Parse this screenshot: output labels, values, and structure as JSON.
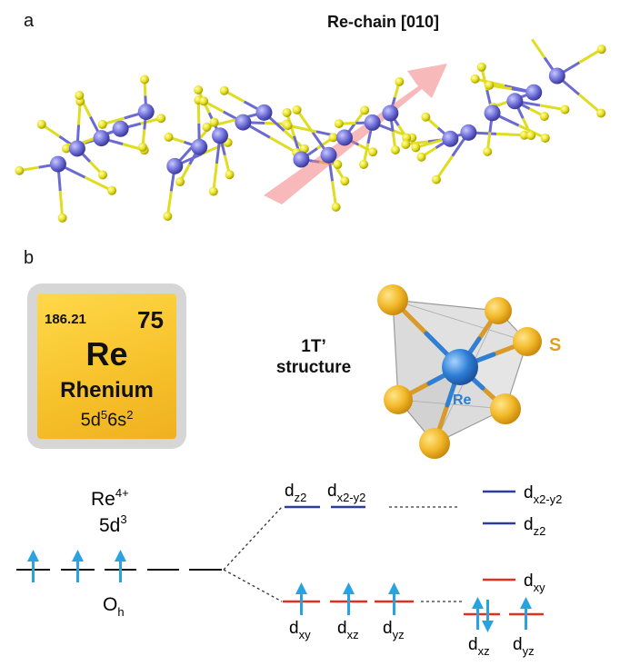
{
  "panel_a": {
    "label": "a",
    "title": "Re-chain [010]"
  },
  "panel_b": {
    "label": "b",
    "element_card": {
      "atomic_mass": "186.21",
      "atomic_number": "75",
      "symbol": "Re",
      "name": "Rhenium",
      "config_base": "5d",
      "config_sup1": "5",
      "config_mid": "6s",
      "config_sup2": "2"
    },
    "structure_label_line1": "1T’",
    "structure_label_line2": "structure",
    "octahedron_labels": {
      "s": "S",
      "re": "Re"
    },
    "energy_diagram": {
      "ion": "Re",
      "ion_charge": "4+",
      "ion_config": "5d",
      "ion_config_sup": "3",
      "symmetry": "O",
      "symmetry_sub": "h",
      "middle_upper": [
        {
          "base": "d",
          "sub": "z2"
        },
        {
          "base": "d",
          "sub": "x2-y2"
        }
      ],
      "middle_lower": [
        {
          "base": "d",
          "sub": "xy"
        },
        {
          "base": "d",
          "sub": "xz"
        },
        {
          "base": "d",
          "sub": "yz"
        }
      ],
      "right_upper": [
        {
          "base": "d",
          "sub": "x2-y2"
        },
        {
          "base": "d",
          "sub": "z2"
        }
      ],
      "right_lower": [
        {
          "base": "d",
          "sub": "xy"
        },
        {
          "base": "d",
          "sub": "xz"
        },
        {
          "base": "d",
          "sub": "yz"
        }
      ]
    },
    "colors": {
      "re_atom": "#7070d8",
      "s_atom": "#e8e020",
      "card_fill": "#f7c830",
      "eg_level": "#2e3c9c",
      "t2g_level": "#e03020",
      "spin_arrow": "#29a3e0",
      "s_label": "#e0a020",
      "re_label": "#2a7fd0"
    }
  }
}
